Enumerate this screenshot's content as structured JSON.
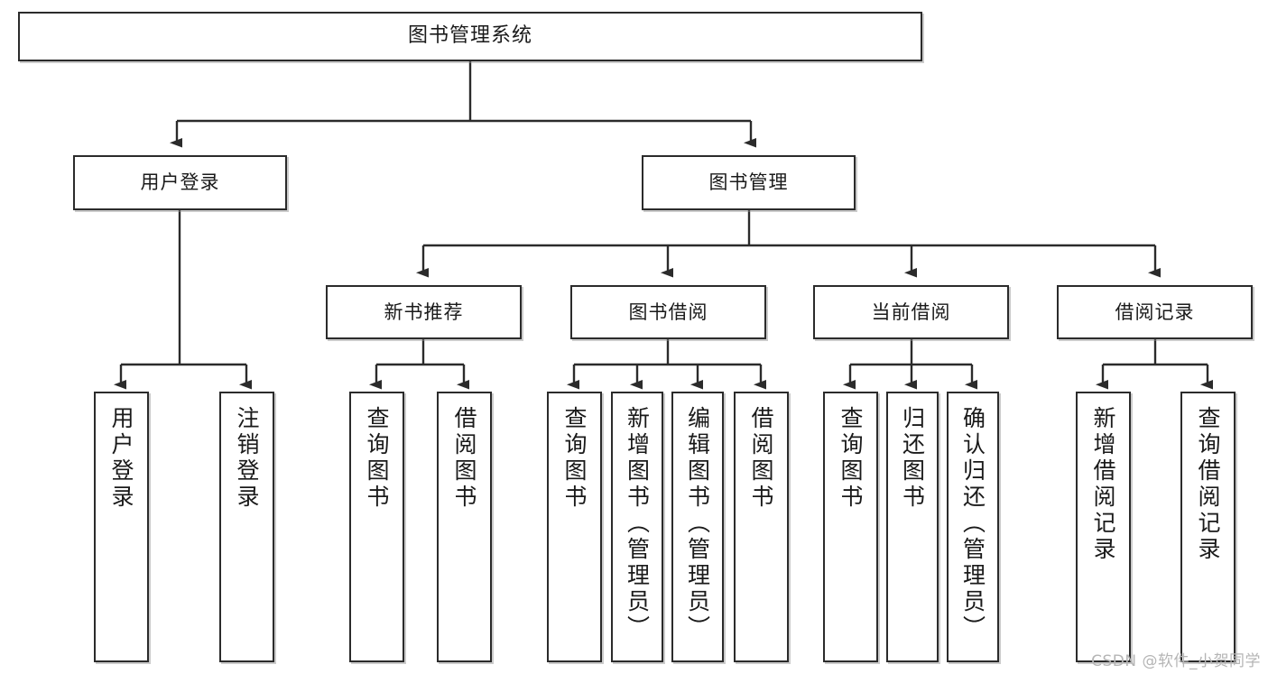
{
  "diagram": {
    "type": "tree",
    "title": "图书管理系统",
    "watermark": "CSDN @软件_小贺同学",
    "colors": {
      "box_border": "#2b2b2b",
      "box_fill": "#ffffff",
      "connector": "#2b2b2b",
      "watermark": "#b5b5b5"
    },
    "root": {
      "label": "图书管理系统"
    },
    "level2": [
      {
        "label": "用户登录"
      },
      {
        "label": "图书管理"
      }
    ],
    "level3": [
      {
        "label": "新书推荐"
      },
      {
        "label": "图书借阅"
      },
      {
        "label": "当前借阅"
      },
      {
        "label": "借阅记录"
      }
    ],
    "leaves": {
      "user_login": [
        {
          "label": "用户登录"
        },
        {
          "label": "注销登录"
        }
      ],
      "new_book": [
        {
          "label": "查询图书"
        },
        {
          "label": "借阅图书"
        }
      ],
      "book_borrow": [
        {
          "label": "查询图书"
        },
        {
          "label": "新增图书（管理员）"
        },
        {
          "label": "编辑图书（管理员）"
        },
        {
          "label": "借阅图书"
        }
      ],
      "current_borrow": [
        {
          "label": "查询图书"
        },
        {
          "label": "归还图书"
        },
        {
          "label": "确认归还（管理员）"
        }
      ],
      "borrow_record": [
        {
          "label": "新增借阅记录"
        },
        {
          "label": "查询借阅记录"
        }
      ]
    }
  }
}
